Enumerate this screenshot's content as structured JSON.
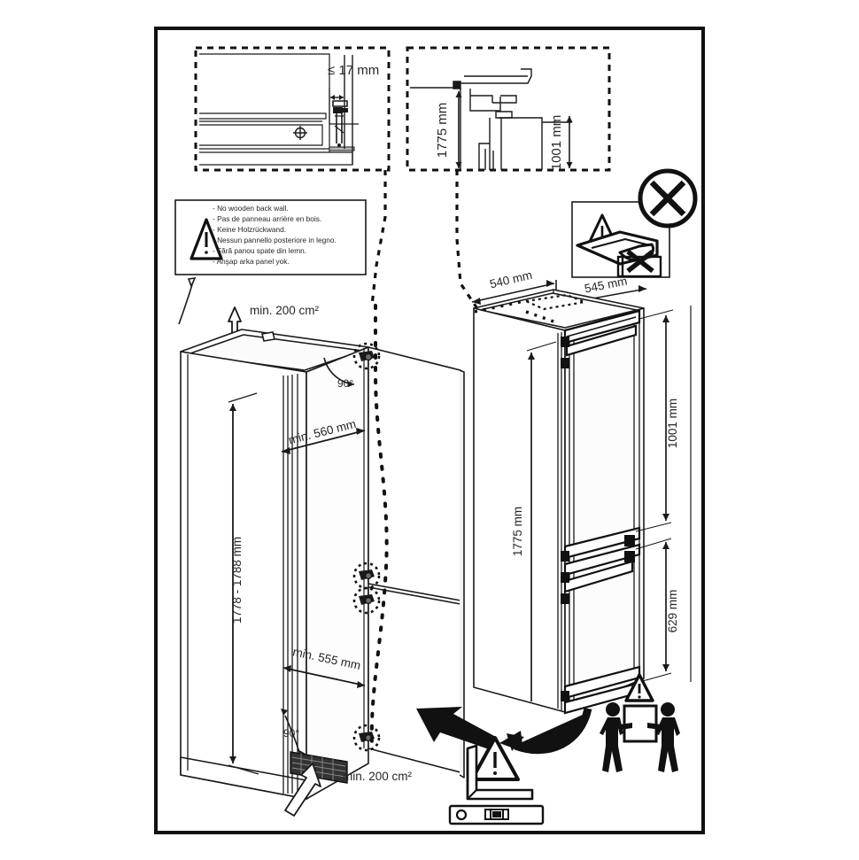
{
  "document": {
    "kind": "appliance-installation-diagram",
    "title": "Built-in fridge-freezer installation drawing",
    "background_color": "#ffffff",
    "line_color": "#1a1a1a",
    "frame": {
      "stroke": "#111111",
      "stroke_width": 4
    }
  },
  "detail_top_left": {
    "name": "door-panel-gap-detail",
    "border_style": "dashed",
    "dimension": "≤ 17 mm"
  },
  "detail_top_right": {
    "name": "niche-height-detail",
    "border_style": "dashed",
    "dimension_total": "1775 mm",
    "dimension_partial": "1001 mm"
  },
  "warning_panel": {
    "name": "no-wooden-back-wall-warning",
    "icon": "warning-triangle-icon",
    "lines": [
      "- No wooden back wall.",
      "- Pas de panneau arrière en bois.",
      "- Keine Holzrückwand.",
      "- Nessun pannello posteriore in legno.",
      "- Fără panou spate din lemn.",
      "- Ahşap arka panel yok."
    ]
  },
  "prohibition_panel": {
    "name": "do-not-lift-by-door-warning",
    "icons": [
      "warning-triangle-icon",
      "hand-icon",
      "prohibition-cross-icon"
    ]
  },
  "cabinet_drawing": {
    "name": "kitchen-cabinet-niche-drawing",
    "labels": {
      "vent_top": "min. 200 cm²",
      "vent_bottom": "min. 200 cm²",
      "height": "1778 - 1788 mm",
      "depth_upper": "min. 560 mm",
      "depth_lower": "min. 555 mm",
      "angle_top": "90°",
      "angle_bottom": "90°"
    }
  },
  "appliance_drawing": {
    "name": "fridge-freezer-appliance-drawing",
    "labels": {
      "width_top": "540 mm",
      "width_front": "545 mm",
      "height_total": "1775 mm",
      "height_fridge": "1001 mm",
      "height_freezer": "629 mm"
    }
  },
  "tools_panel": {
    "name": "tools-and-handling-icons",
    "icons": [
      "arrow-left-icon",
      "arrow-curved-icon",
      "warning-triangle-icon",
      "carpenters-square-icon",
      "spirit-level-icon",
      "two-person-lift-icon"
    ]
  },
  "icon_glyphs": {
    "warning": "!",
    "prohibition": "✕"
  }
}
